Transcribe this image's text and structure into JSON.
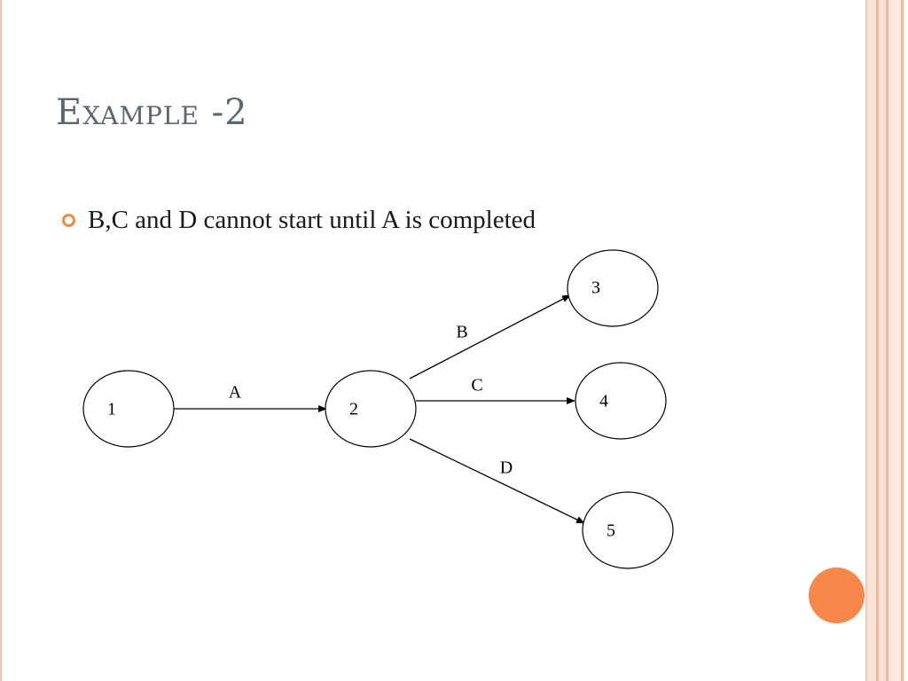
{
  "slide": {
    "title": "Example -2",
    "bullet": "B,C and D cannot start until A is completed"
  },
  "diagram": {
    "nodes": [
      {
        "id": "1",
        "label": "1"
      },
      {
        "id": "2",
        "label": "2"
      },
      {
        "id": "3",
        "label": "3"
      },
      {
        "id": "4",
        "label": "4"
      },
      {
        "id": "5",
        "label": "5"
      }
    ],
    "edges": [
      {
        "from": "1",
        "to": "2",
        "label": "A"
      },
      {
        "from": "2",
        "to": "3",
        "label": "B"
      },
      {
        "from": "2",
        "to": "4",
        "label": "C"
      },
      {
        "from": "2",
        "to": "5",
        "label": "D"
      }
    ]
  },
  "colors": {
    "accent": "#f28a3f",
    "deco_circle": "#f8874a",
    "frame": "#f4c7b3",
    "stripe_light": "#fbe3d6",
    "stripe_dark": "#f4b59a",
    "title": "#5b6670"
  }
}
